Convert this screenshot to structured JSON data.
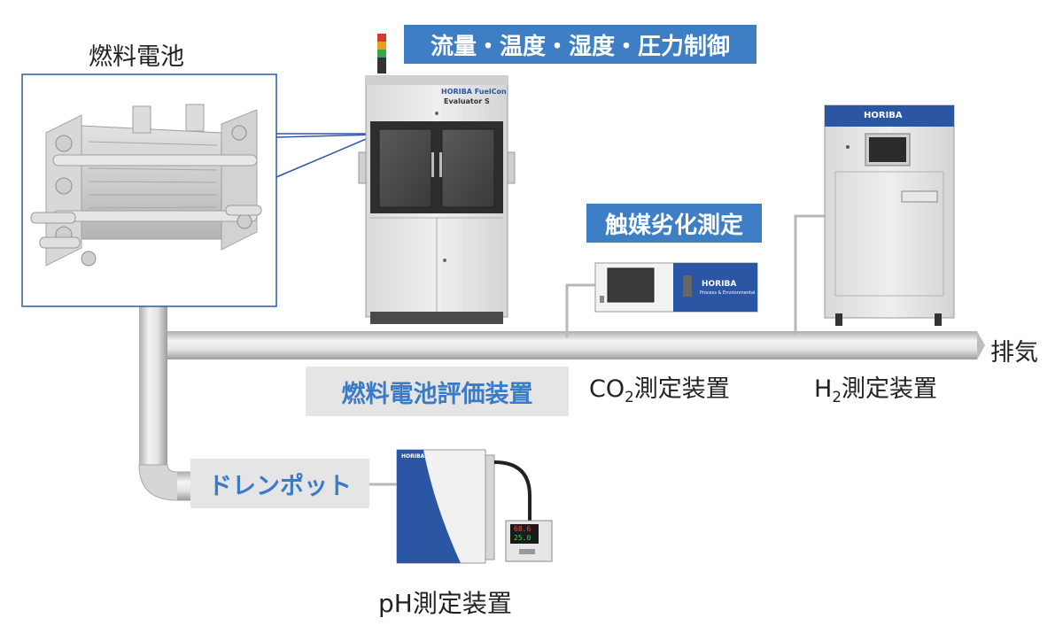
{
  "labels": {
    "fuel_cell": "燃料電池",
    "control_banner": "流量・温度・湿度・圧力制御",
    "catalyst_banner": "触媒劣化測定",
    "evaluator_box": "燃料電池評価装置",
    "co2_main": "CO",
    "co2_sub": "2",
    "co2_rest": "測定装置",
    "h2_main": "H",
    "h2_sub": "2",
    "h2_rest": "測定装置",
    "exhaust": "排気",
    "drain_pot": "ドレンポット",
    "ph_device": "pH測定装置"
  },
  "device_text": {
    "evaluator_brand": "HORIBA FuelCon",
    "evaluator_model": "Evaluator S",
    "co2_brand": "HORIBA",
    "co2_brand_sub": "Process & Environmental",
    "h2_brand": "HORIBA",
    "ph_brand": "HORIBA",
    "ph_meter_reading_1": "68.6",
    "ph_meter_reading_2": "25.0"
  },
  "colors": {
    "banner_blue": "#3d7ec4",
    "label_blue": "#3a7bc8",
    "gray_box": "#e5e5e5",
    "outline_blue": "#2b5aa8",
    "pipe_gray": "#c9c9c9"
  },
  "icons": [
    "fuel-cell-stack-image",
    "evaluator-cabinet-image",
    "co2-analyzer-image",
    "h2-analyzer-image",
    "ph-meter-image",
    "signal-tower-icon"
  ]
}
